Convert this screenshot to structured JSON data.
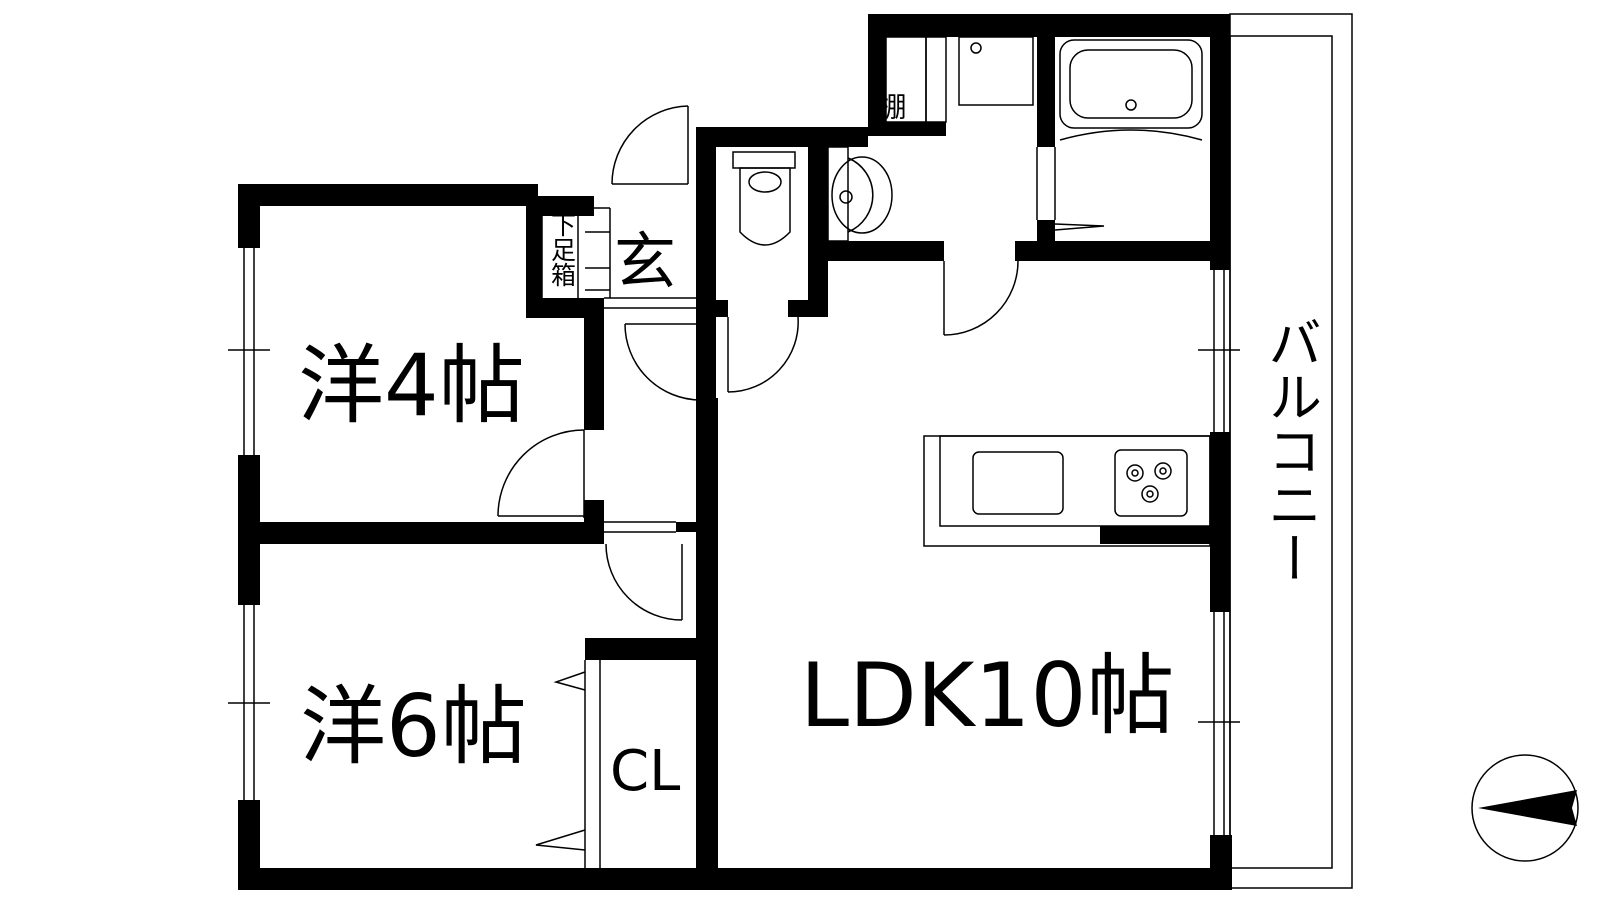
{
  "rooms": {
    "western_4": "洋4帖",
    "western_6": "洋6帖",
    "ldk": "LDK10帖",
    "entrance": "玄",
    "shoe_box": "下足箱",
    "shelf": "棚",
    "closet": "CL",
    "balcony": "バルコニー"
  },
  "compass": {
    "direction": "north-arrow"
  }
}
